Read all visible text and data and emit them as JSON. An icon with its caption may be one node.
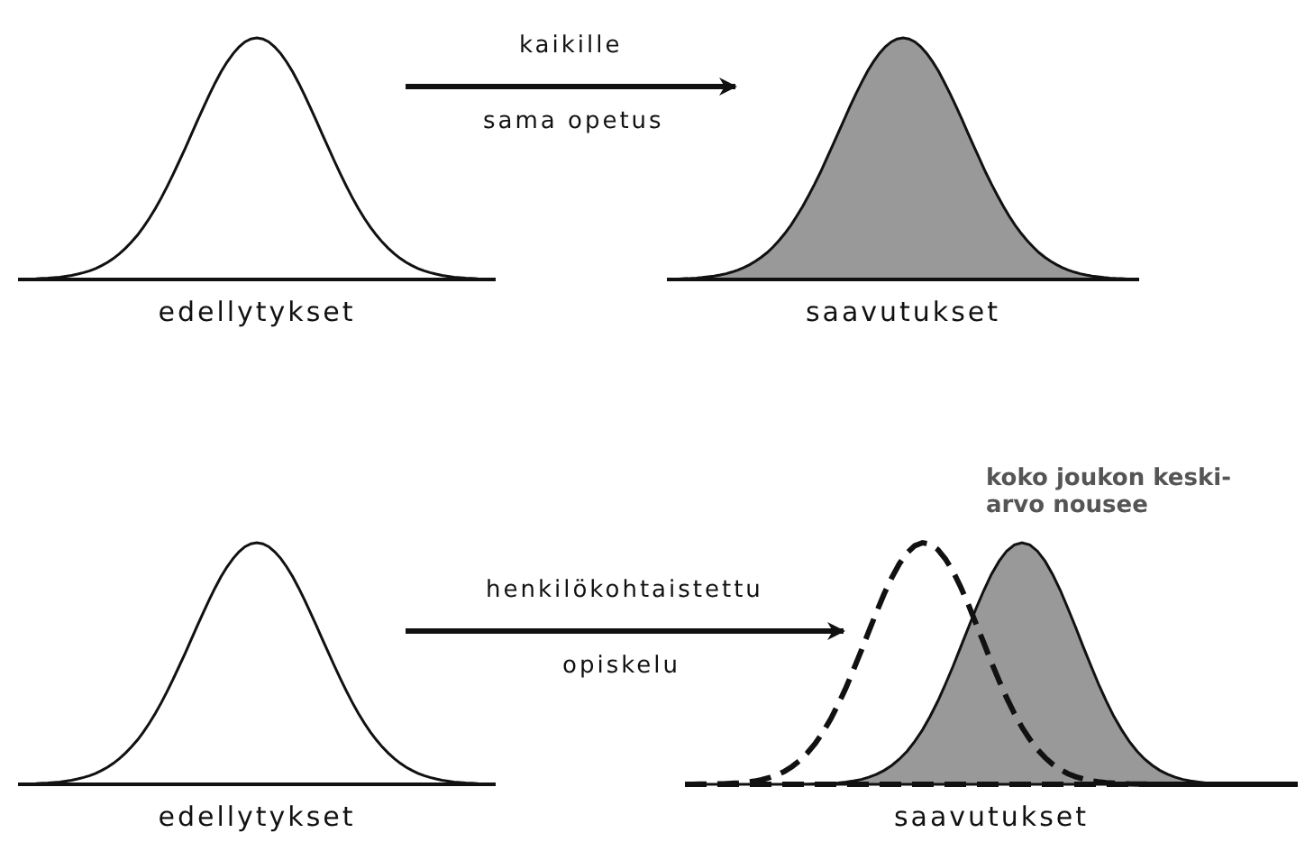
{
  "diagram": {
    "nodes": [
      {
        "text": [],
        "shape": "picture",
        "beside": [
          "edellytykset"
        ]
      },
      {
        "text": [],
        "shape": "picture",
        "beside": [
          "saavutukset"
        ]
      },
      {
        "text": [],
        "shape": "picture",
        "beside": [
          "edellytykset"
        ]
      },
      {
        "text": [],
        "shape": "picture",
        "beside": [
          "saavutukset"
        ]
      }
    ],
    "edges": [
      {
        "from": 0,
        "to": 1,
        "arrow": "to",
        "label": "kaikille"
      },
      {
        "from": 2,
        "to": 3,
        "arrow": "to",
        "label": "henkilökohtaistettu"
      }
    ],
    "labels": [
      "sama opetus",
      "koko joukon keski-arvo nousee",
      "opiskelu"
    ]
  }
}
